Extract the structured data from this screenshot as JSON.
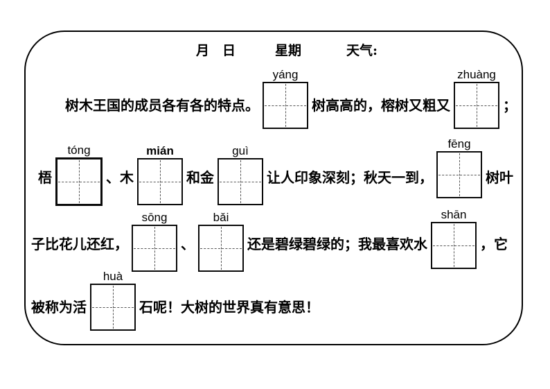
{
  "header": {
    "month_day": "月　日",
    "week": "星期",
    "weather": "天气:"
  },
  "colors": {
    "ink": "#000000",
    "paper": "#ffffff"
  },
  "lines": [
    {
      "segments": [
        {
          "type": "text",
          "text": "树木王国的成员各有各的特点。"
        },
        {
          "type": "writing-box",
          "pinyin": "yáng"
        },
        {
          "type": "text",
          "text": "树高高的，榕树又粗又"
        },
        {
          "type": "writing-box",
          "pinyin": "zhuàng"
        },
        {
          "type": "text",
          "text": "；"
        }
      ]
    },
    {
      "segments": [
        {
          "type": "text",
          "text": "梧"
        },
        {
          "type": "writing-box",
          "pinyin": "tóng"
        },
        {
          "type": "text",
          "text": "、木"
        },
        {
          "type": "writing-box",
          "pinyin": "mián"
        },
        {
          "type": "text",
          "text": "和金"
        },
        {
          "type": "writing-box",
          "pinyin": "guì"
        },
        {
          "type": "text",
          "text": "让人印象深刻；秋天一到，"
        },
        {
          "type": "writing-box",
          "pinyin": "fēng"
        },
        {
          "type": "text",
          "text": "树叶"
        }
      ]
    },
    {
      "segments": [
        {
          "type": "text",
          "text": "子比花儿还红，"
        },
        {
          "type": "writing-box",
          "pinyin": "sōng"
        },
        {
          "type": "text",
          "text": "、"
        },
        {
          "type": "writing-box",
          "pinyin": "bǎi"
        },
        {
          "type": "text",
          "text": "还是碧绿碧绿的；我最喜欢水"
        },
        {
          "type": "writing-box",
          "pinyin": "shān"
        },
        {
          "type": "text",
          "text": "，它"
        }
      ]
    },
    {
      "segments": [
        {
          "type": "text",
          "text": "被称为活"
        },
        {
          "type": "writing-box",
          "pinyin": "huà"
        },
        {
          "type": "text",
          "text": "石呢！大树的世界真有意思！"
        }
      ]
    }
  ]
}
